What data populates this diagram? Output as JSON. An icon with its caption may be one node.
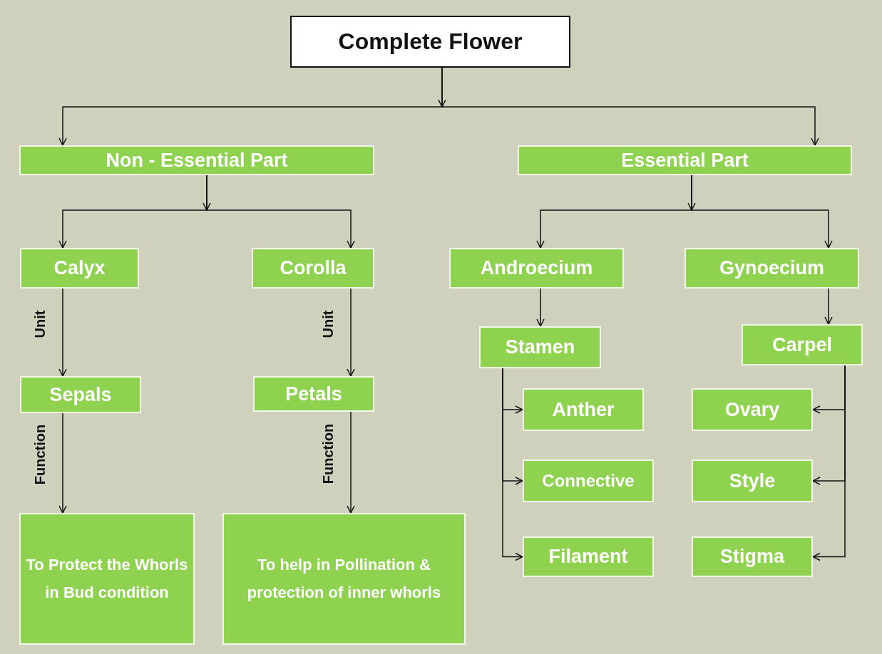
{
  "diagram": {
    "nodes": [
      {
        "text": [
          "Complete Flower"
        ]
      },
      {
        "text": [
          "Non - Essential Part"
        ]
      },
      {
        "text": [
          "Essential Part"
        ]
      },
      {
        "text": [
          "Calyx"
        ]
      },
      {
        "text": [
          "Corolla"
        ]
      },
      {
        "text": [
          "Androecium"
        ]
      },
      {
        "text": [
          "Gynoecium"
        ]
      },
      {
        "text": [
          "Stamen"
        ]
      },
      {
        "text": [
          "Carpel"
        ]
      },
      {
        "text": [
          "Sepals"
        ]
      },
      {
        "text": [
          "Petals"
        ]
      },
      {
        "text": [
          "Anther"
        ]
      },
      {
        "text": [
          "Connective"
        ]
      },
      {
        "text": [
          "Filament"
        ]
      },
      {
        "text": [
          "Ovary"
        ]
      },
      {
        "text": [
          "Style"
        ]
      },
      {
        "text": [
          "Stigma"
        ]
      },
      {
        "text": [
          "To Protect the Whorls in Bud condition"
        ]
      },
      {
        "text": [
          "To help in Pollination & protection of inner whorls"
        ]
      }
    ],
    "edges": [
      {
        "from": 0,
        "to": 1,
        "arrow": "to"
      },
      {
        "from": 0,
        "to": 2,
        "arrow": "to"
      },
      {
        "from": 1,
        "to": 3,
        "arrow": "to"
      },
      {
        "from": 1,
        "to": 4,
        "arrow": "to"
      },
      {
        "from": 2,
        "to": 5,
        "arrow": "to"
      },
      {
        "from": 2,
        "to": 6,
        "arrow": "to"
      },
      {
        "from": 3,
        "to": 9,
        "arrow": "to",
        "label": "Unit"
      },
      {
        "from": 4,
        "to": 10,
        "arrow": "to",
        "label": "Unit"
      },
      {
        "from": 5,
        "to": 7,
        "arrow": "to"
      },
      {
        "from": 6,
        "to": 8,
        "arrow": "to"
      },
      {
        "from": 9,
        "to": 17,
        "arrow": "to",
        "label": "Function"
      },
      {
        "from": 10,
        "to": 18,
        "arrow": "to",
        "label": "Function"
      },
      {
        "from": 7,
        "to": 11,
        "arrow": "to"
      },
      {
        "from": 7,
        "to": 12,
        "arrow": "to"
      },
      {
        "from": 7,
        "to": 13,
        "arrow": "to"
      },
      {
        "from": 8,
        "to": 14,
        "arrow": "to"
      },
      {
        "from": 8,
        "to": 15,
        "arrow": "to"
      },
      {
        "from": 8,
        "to": 16,
        "arrow": "to"
      }
    ]
  }
}
